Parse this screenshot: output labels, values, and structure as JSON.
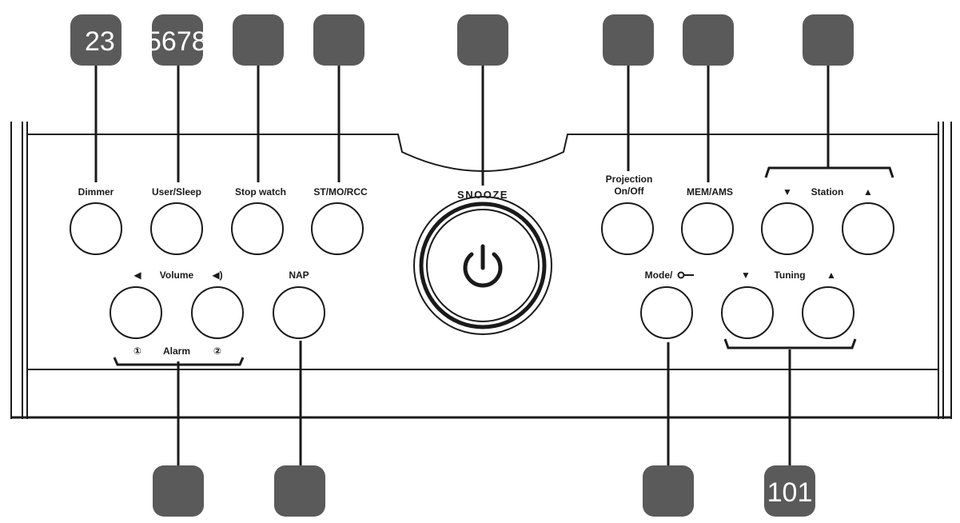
{
  "labels": {
    "dimmer": "Dimmer",
    "user_sleep": "User/Sleep",
    "stop_watch": "Stop watch",
    "st_mo_rcc": "ST/MO/RCC",
    "snooze": "SNOOZE",
    "projection_line1": "Projection",
    "projection_line2": "On/Off",
    "mem_ams": "MEM/AMS",
    "station": "Station",
    "volume": "Volume",
    "nap": "NAP",
    "alarm": "Alarm",
    "alarm_1": "①",
    "alarm_2": "②",
    "mode": "Mode/",
    "tuning": "Tuning",
    "arrow_down": "▼",
    "arrow_up": "▲"
  },
  "callouts": {
    "c1": "23",
    "c2": "5678",
    "c3": "",
    "c4": "",
    "c5": "",
    "c6": "",
    "c7": "",
    "c8": "",
    "c9": "",
    "c10": "",
    "c11": "",
    "c12": "101"
  }
}
